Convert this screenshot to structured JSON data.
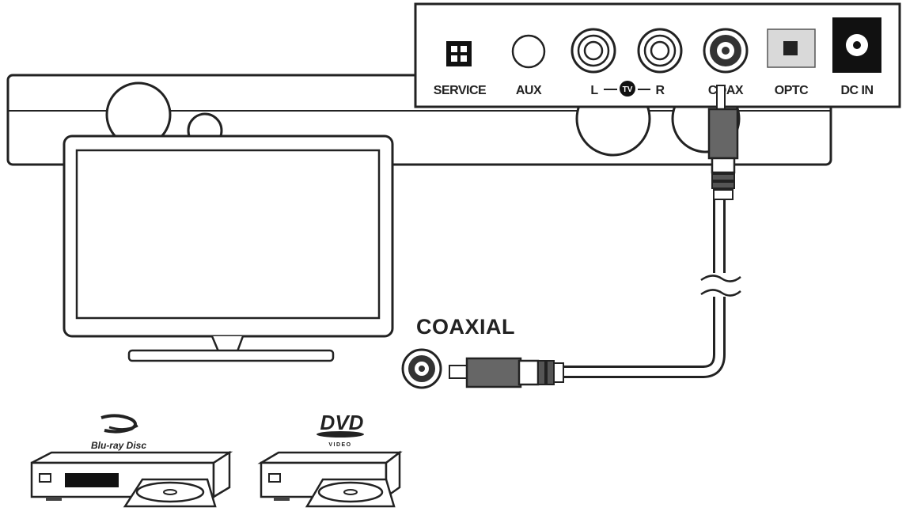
{
  "panel": {
    "service_label": "SERVICE",
    "aux_label": "AUX",
    "tv_left_label": "L",
    "tv_label": "TV",
    "tv_right_label": "R",
    "coax_label": "COAX",
    "optical_label": "OPTC",
    "dc_in_label": "DC IN"
  },
  "cable": {
    "label": "COAXIAL"
  },
  "devices": {
    "bluray_logo": "Blu-ray Disc",
    "dvd_logo": "DVD",
    "dvd_sub": "VIDEO"
  }
}
